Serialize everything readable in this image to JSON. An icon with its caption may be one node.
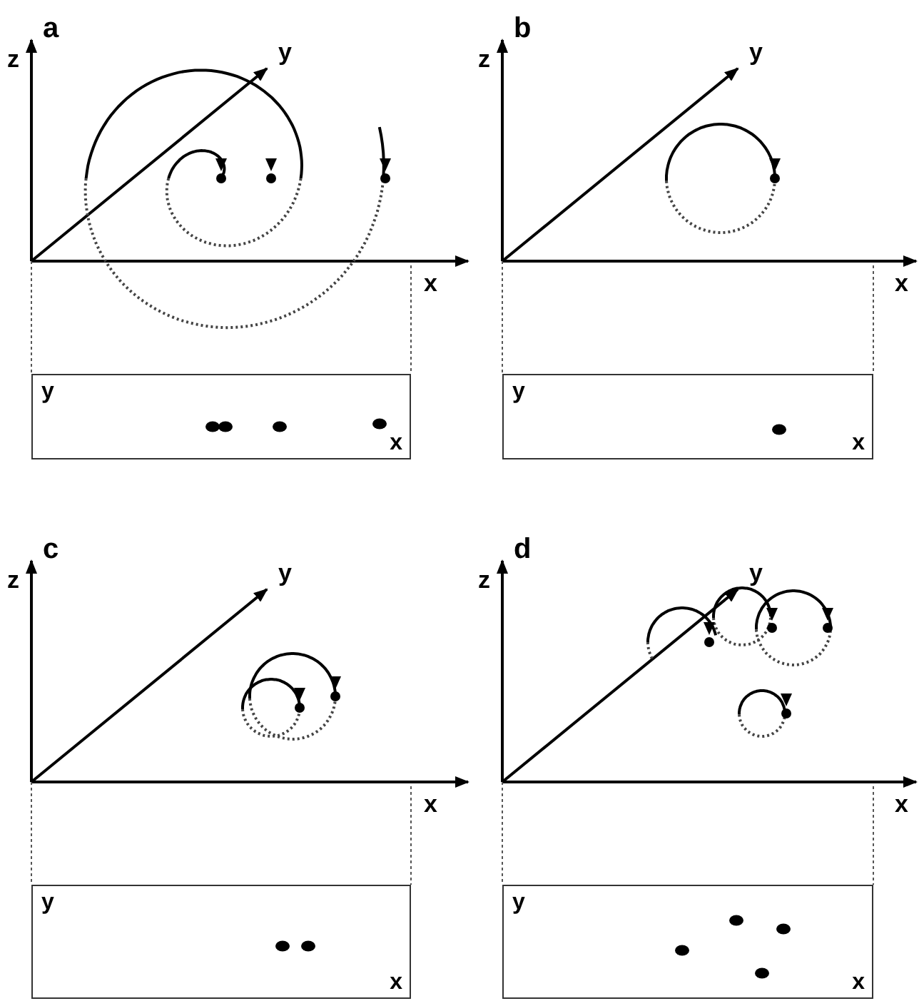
{
  "diagram": {
    "nodes": [
      {
        "text": [
          "y",
          "x"
        ]
      },
      {
        "text": [
          "y",
          "x"
        ]
      },
      {
        "text": [
          "y",
          "x"
        ]
      },
      {
        "text": [
          "y",
          "x"
        ]
      }
    ],
    "labels": [
      "z",
      "a",
      "y",
      "x",
      "z",
      "b",
      "y",
      "x",
      "z",
      "c",
      "y",
      "x",
      "z",
      "d",
      "y",
      "x"
    ]
  }
}
